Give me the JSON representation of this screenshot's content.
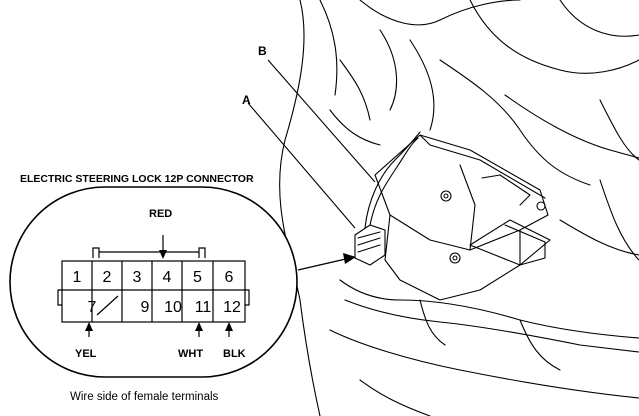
{
  "connector": {
    "title": "ELECTRIC STEERING LOCK 12P CONNECTOR",
    "caption": "Wire side of female terminals",
    "top_row": [
      "1",
      "2",
      "3",
      "4",
      "5",
      "6"
    ],
    "bottom_row": [
      "7",
      "",
      "9",
      "10",
      "11",
      "12"
    ],
    "wire_labels": {
      "red": "RED",
      "yel": "YEL",
      "wht": "WHT",
      "blk": "BLK"
    }
  },
  "callouts": {
    "a": "A",
    "b": "B"
  }
}
